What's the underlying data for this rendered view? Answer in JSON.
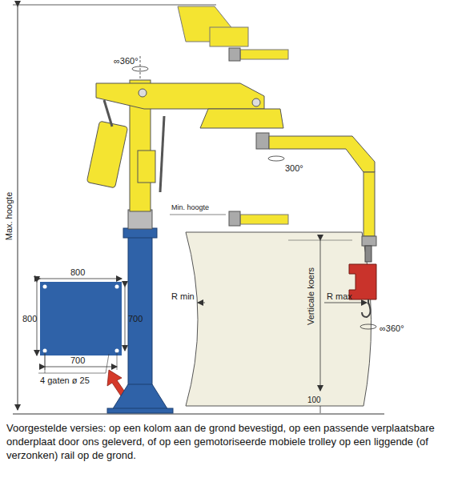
{
  "diagram": {
    "caption": "Voorgestelde versies: op een kolom aan de grond bevestigd, op een passende verplaatsbare onderplaat door ons geleverd, of op een gemotoriseerde mobiele trolley op een liggende (of verzonken) rail op de grond.",
    "labels": [
      "∞360°",
      "Min. hoogte",
      "Max. hoogte",
      "300°",
      "800",
      "800",
      "700",
      "700",
      "4 gaten ø 25",
      "R min",
      "R max",
      "Verticale koers",
      "100",
      "∞360°"
    ]
  }
}
